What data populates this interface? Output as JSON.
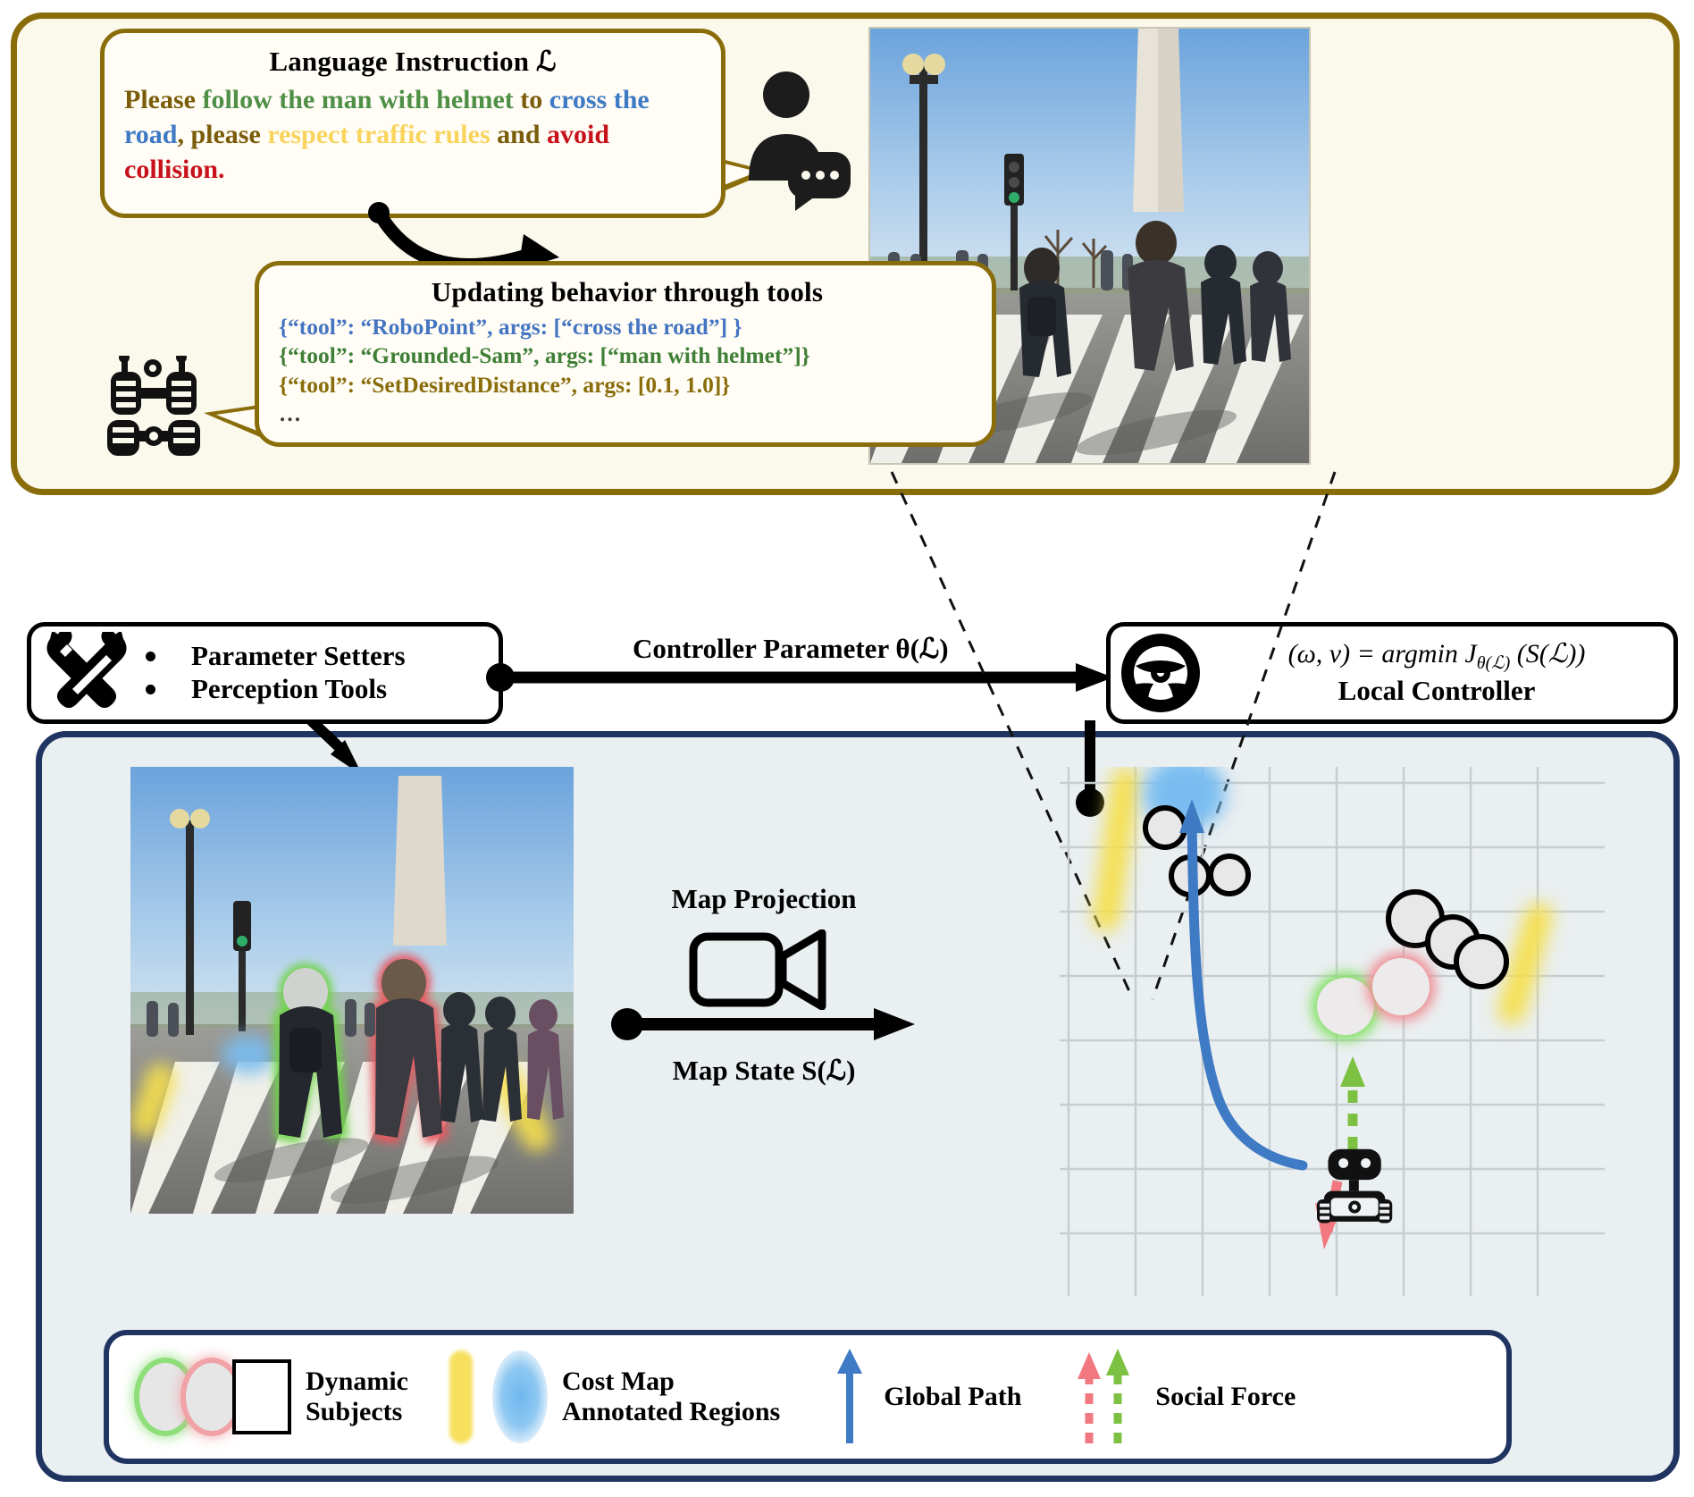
{
  "instruction": {
    "title": "Language Instruction ℒ",
    "segments": [
      {
        "text": "Please ",
        "color": "#7a5c09"
      },
      {
        "text": "follow the man with helmet",
        "color": "#4f9046"
      },
      {
        "text": " to ",
        "color": "#7a5c09"
      },
      {
        "text": "cross the road",
        "color": "#3f7ac4"
      },
      {
        "text": ", please ",
        "color": "#7a5c09"
      },
      {
        "text": "respect traffic rules",
        "color": "#f8d45c"
      },
      {
        "text": " and ",
        "color": "#7a5c09"
      },
      {
        "text": "avoid collision.",
        "color": "#c8111b"
      }
    ],
    "plain": "Please follow the man with helmet to cross the road, please respect traffic rules and avoid collision."
  },
  "tools_bubble": {
    "title": "Updating behavior through tools",
    "lines": [
      {
        "text": "{“tool”: “RoboPoint”, args: [“cross the road”] }",
        "color": "#4575c1"
      },
      {
        "text": "{“tool”: “Grounded-Sam”, args: [“man with helmet”]}",
        "color": "#3f7f36"
      },
      {
        "text": "{“tool”: “SetDesiredDistance”, args: [0.1, 1.0]}",
        "color": "#8a6d0b"
      },
      {
        "text": "…",
        "color": "#3a3a3a"
      }
    ]
  },
  "tools_box": {
    "items": [
      "Parameter Setters",
      "Perception Tools"
    ],
    "icon": "tools-wrench-screwdriver-icon"
  },
  "controller_parameter": {
    "label": "Controller Parameter θ(ℒ)"
  },
  "controller": {
    "formula": "(ω, v) = argmin J",
    "formula_subscript": "θ(ℒ)",
    "formula_tail": "(S(ℒ))",
    "title": "Local Controller",
    "icon": "steering-wheel-icon"
  },
  "map_projection": {
    "label": "Map Projection",
    "icon": "video-camera-icon",
    "state_label": "Map State S(ℒ)"
  },
  "legend": {
    "items": [
      {
        "name": "dynamic-subjects",
        "label": "Dynamic\nSubjects"
      },
      {
        "name": "cost-map-annotated-regions",
        "label": "Cost Map\nAnnotated Regions"
      },
      {
        "name": "global-path",
        "label": "Global Path"
      },
      {
        "name": "social-force",
        "label": "Social Force"
      }
    ]
  },
  "colors": {
    "panel_top_bg": "#fbf8ec",
    "panel_top_border": "#8a6d0b",
    "panel_bottom_bg": "#eaeff1",
    "panel_bottom_border": "#1f3460",
    "global_path": "#3f7ac4",
    "social_force_green": "#7dc142",
    "social_force_red": "#f0787e",
    "cost_yellow": "#f7e05e",
    "cost_blue": "#8ec8f2",
    "subject_green": "#8ede7a",
    "subject_red": "#f0a2a6"
  },
  "photos": {
    "top": "street-crosswalk-pedestrians-photo",
    "bottom": "street-crosswalk-pedestrians-annotated-photo"
  }
}
